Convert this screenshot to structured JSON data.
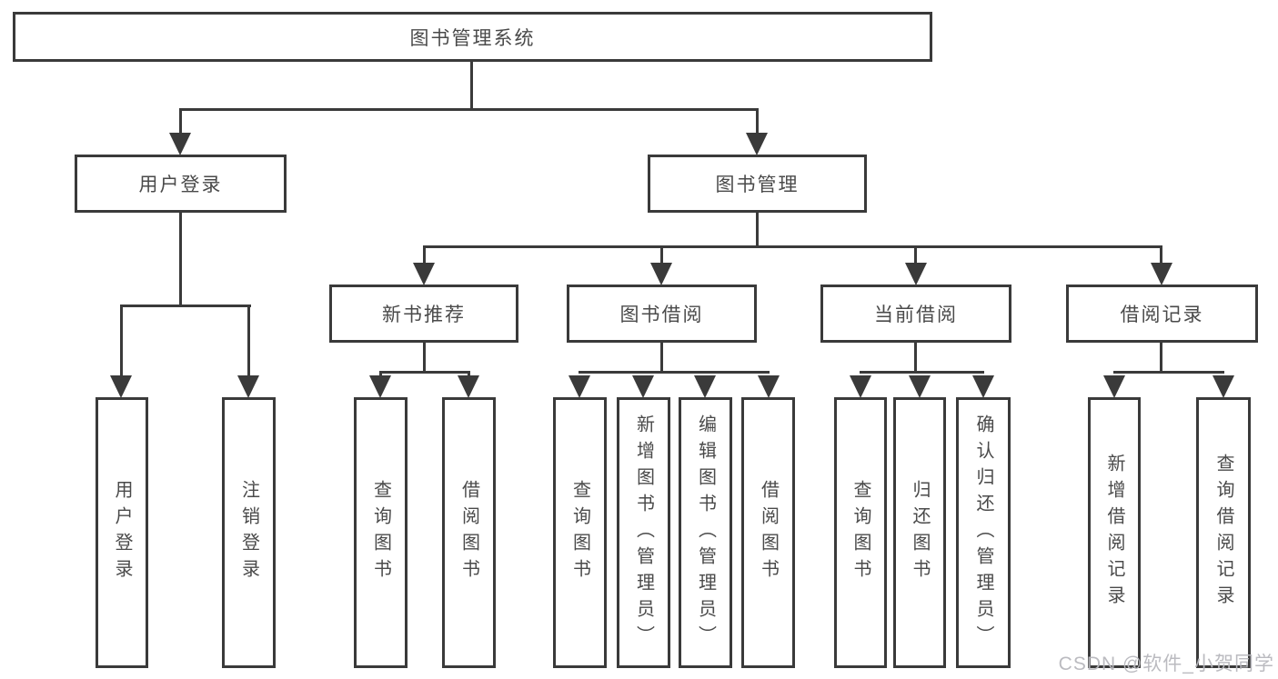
{
  "diagram_title": "图书管理系统",
  "nodes": {
    "root": {
      "label": "图书管理系统"
    },
    "login": {
      "label": "用户登录"
    },
    "mgmt": {
      "label": "图书管理"
    },
    "rec": {
      "label": "新书推荐"
    },
    "borrow": {
      "label": "图书借阅"
    },
    "current": {
      "label": "当前借阅"
    },
    "record": {
      "label": "借阅记录"
    },
    "login_c1": {
      "label": "用户登录"
    },
    "login_c2": {
      "label": "注销登录"
    },
    "rec_c1": {
      "label": "查询图书"
    },
    "rec_c2": {
      "label": "借阅图书"
    },
    "borrow_c1": {
      "label": "查询图书"
    },
    "borrow_c2": {
      "label": "新增图书（管理员）"
    },
    "borrow_c3": {
      "label": "编辑图书（管理员）"
    },
    "borrow_c4": {
      "label": "借阅图书"
    },
    "current_c1": {
      "label": "查询图书"
    },
    "current_c2": {
      "label": "归还图书"
    },
    "current_c3": {
      "label": "确认归还（管理员）"
    },
    "record_c1": {
      "label": "新增借阅记录"
    },
    "record_c2": {
      "label": "查询借阅记录"
    }
  },
  "edges": [
    "图书管理系统 -> 用户登录",
    "图书管理系统 -> 图书管理",
    "用户登录 -> 用户登录",
    "用户登录 -> 注销登录",
    "图书管理 -> 新书推荐",
    "图书管理 -> 图书借阅",
    "图书管理 -> 当前借阅",
    "图书管理 -> 借阅记录",
    "新书推荐 -> 查询图书",
    "新书推荐 -> 借阅图书",
    "图书借阅 -> 查询图书",
    "图书借阅 -> 新增图书（管理员）",
    "图书借阅 -> 编辑图书（管理员）",
    "图书借阅 -> 借阅图书",
    "当前借阅 -> 查询图书",
    "当前借阅 -> 归还图书",
    "当前借阅 -> 确认归还（管理员）",
    "借阅记录 -> 新增借阅记录",
    "借阅记录 -> 查询借阅记录"
  ],
  "watermark": {
    "text": "CSDN @软件_小贺同学"
  },
  "colors": {
    "line": "#3a3a3a",
    "box_border": "#3a3a3a",
    "text": "#4a4a4a",
    "background": "#ffffff",
    "watermark": "#b7b7bd"
  }
}
